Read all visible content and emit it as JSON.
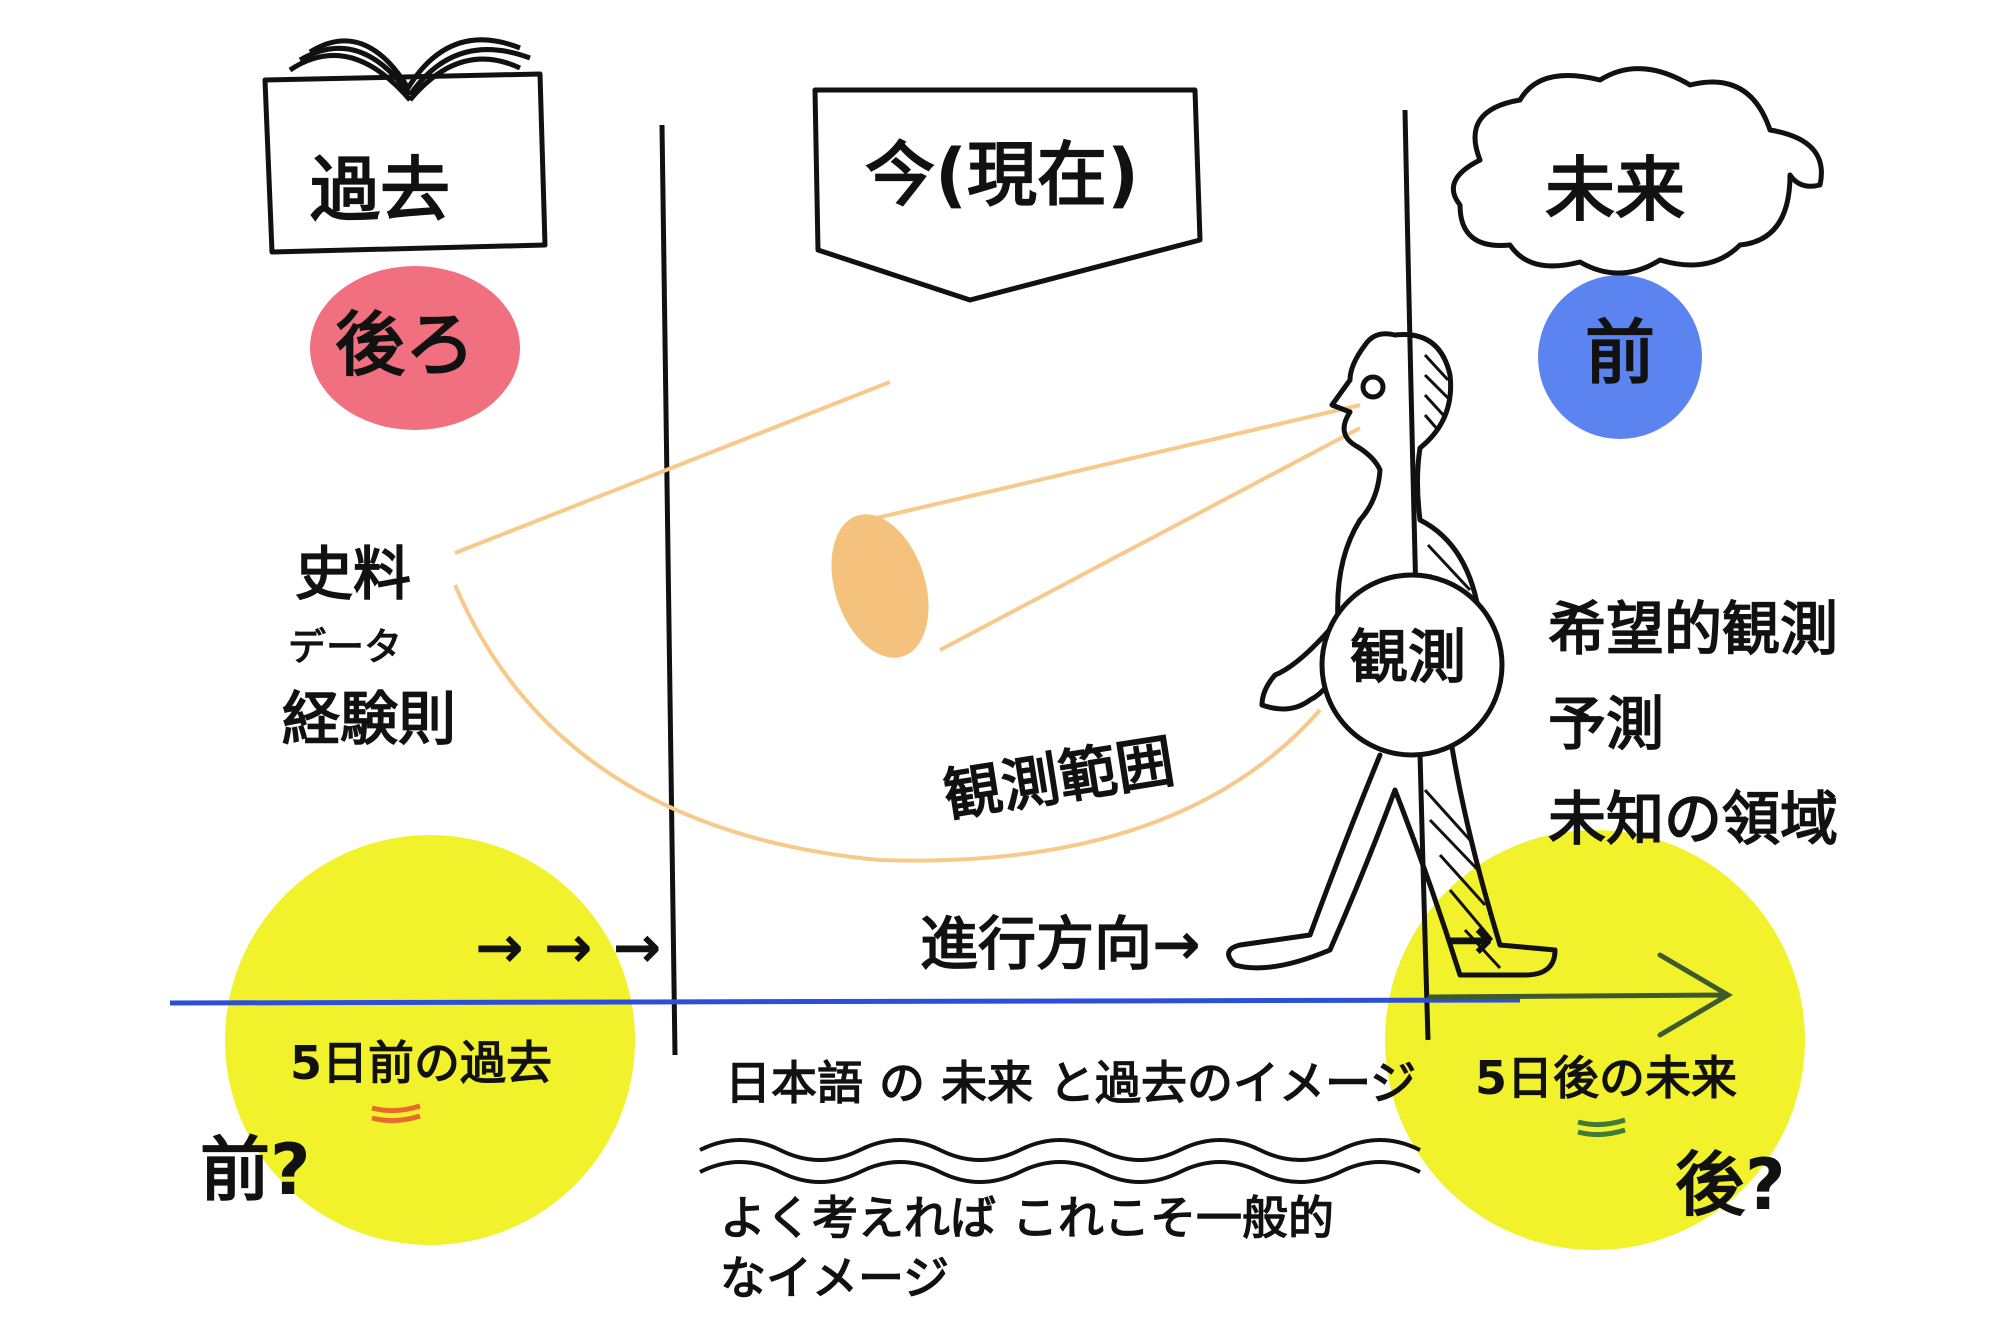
{
  "header": {
    "past_title": "過去",
    "present_title": "今(現在)",
    "future_title": "未来"
  },
  "badges": {
    "behind_label": "後ろ",
    "behind_color": "#f1707f",
    "front_label": "前",
    "front_color": "#5b84f0"
  },
  "past_side": {
    "sources": [
      "史料",
      "データ",
      "経験則"
    ]
  },
  "figure": {
    "observation_label": "観測",
    "observation_range_label": "観測範囲",
    "direction_label": "進行方向→"
  },
  "future_side": {
    "items": [
      "希望的観測",
      "予測",
      "未知の領域"
    ]
  },
  "timeline": {
    "arrows_label": "→ → →",
    "past_example": "5日前の過去",
    "past_question": "前?",
    "future_example": "5日後の未来",
    "future_question": "後?",
    "line_color": "#2b4fd8",
    "highlight_color": "#f2f22c"
  },
  "caption": {
    "title": "日本語 の 未来 と過去のイメージ",
    "body_line1": "よく考えれば これこそ一般的",
    "body_line2": "なイメージ"
  },
  "colors": {
    "beam": "#f7c98a",
    "cone": "#f5c27d"
  }
}
